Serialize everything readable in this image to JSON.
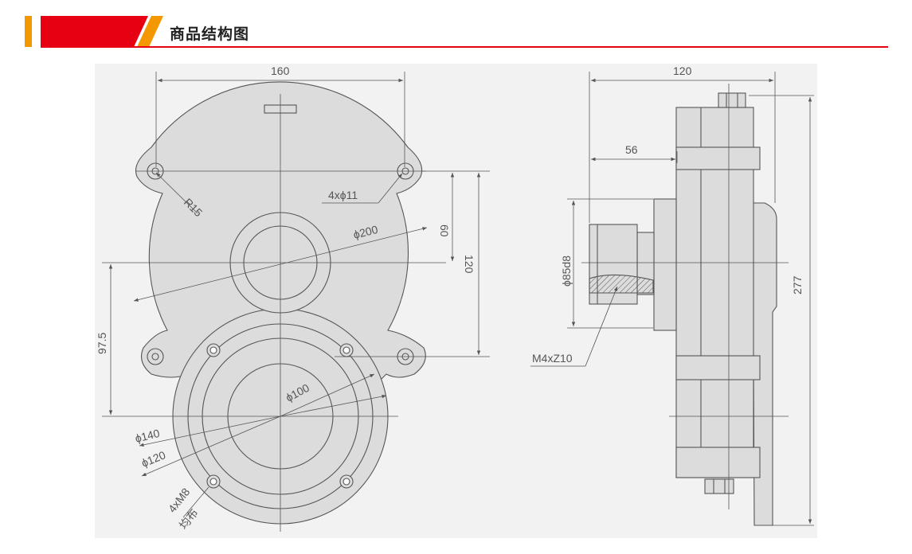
{
  "section": {
    "title": "商品结构图"
  },
  "colors": {
    "accent_red": "#e60012",
    "accent_orange": "#f39800",
    "part_fill": "#dcdcdc",
    "line": "#555555",
    "background": "#f2f2f2"
  },
  "front_view": {
    "dim_width": "160",
    "dim_radius": "R15",
    "dim_holes": "4xϕ11",
    "dim_body_dia": "ϕ200",
    "dim_60": "60",
    "dim_120": "120",
    "dim_97_5": "97.5",
    "dim_bore": "ϕ100",
    "dim_flange_140": "ϕ140",
    "dim_flange_120": "ϕ120",
    "dim_bolts": "4xM8",
    "dim_bolts_note": "均布"
  },
  "side_view": {
    "dim_width": "120",
    "dim_56": "56",
    "dim_shaft": "ϕ85d8",
    "dim_height": "277",
    "dim_thread": "M4xZ10"
  }
}
